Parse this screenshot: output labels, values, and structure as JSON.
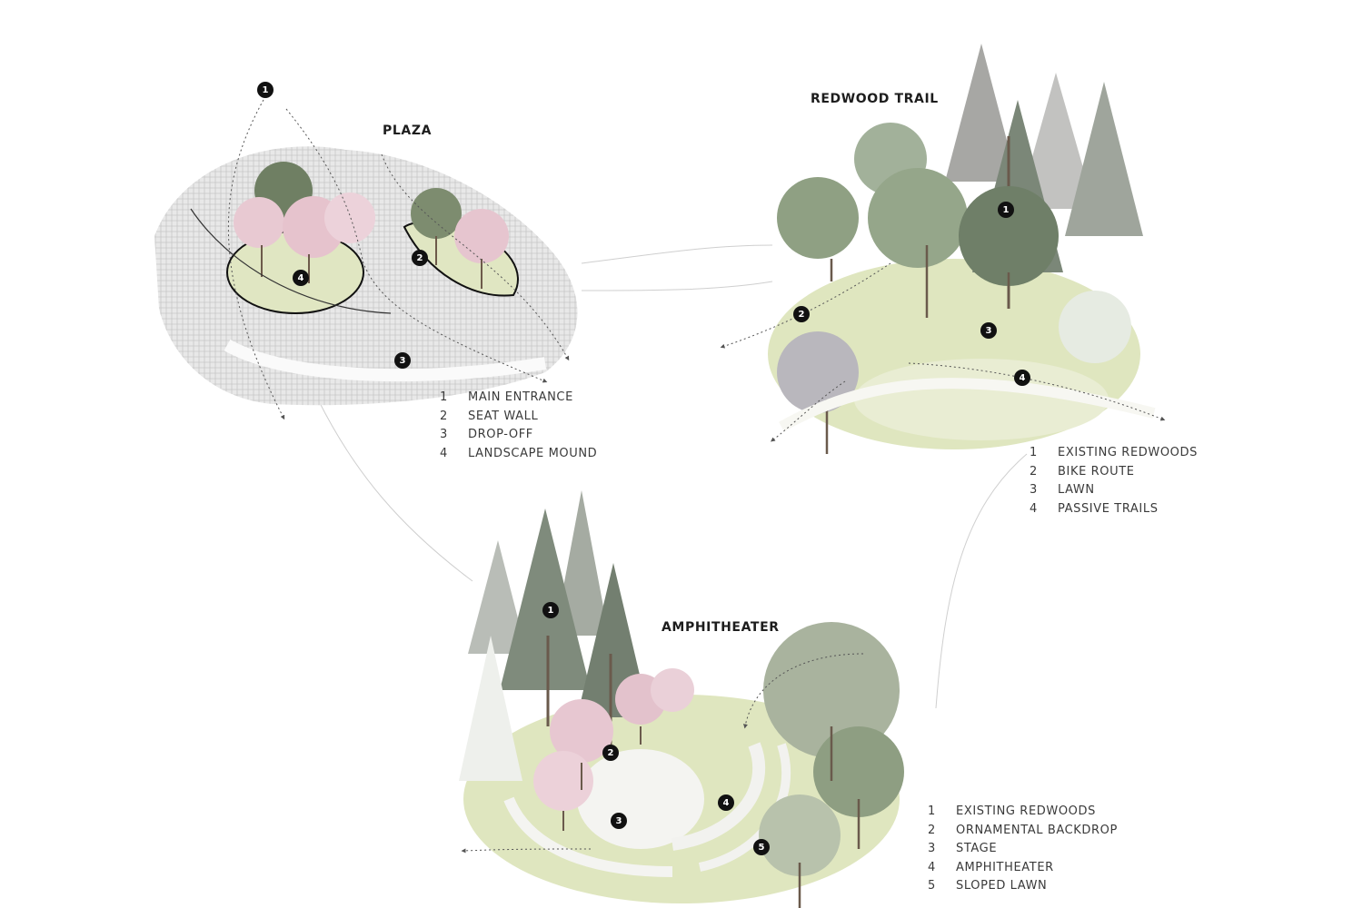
{
  "plaza": {
    "title": "PLAZA",
    "legend": [
      {
        "num": "1",
        "label": "MAIN ENTRANCE"
      },
      {
        "num": "2",
        "label": "SEAT WALL"
      },
      {
        "num": "3",
        "label": "DROP-OFF"
      },
      {
        "num": "4",
        "label": "LANDSCAPE MOUND"
      }
    ]
  },
  "redwood_trail": {
    "title": "REDWOOD TRAIL",
    "legend": [
      {
        "num": "1",
        "label": "EXISTING REDWOODS"
      },
      {
        "num": "2",
        "label": "BIKE ROUTE"
      },
      {
        "num": "3",
        "label": "LAWN"
      },
      {
        "num": "4",
        "label": "PASSIVE TRAILS"
      }
    ]
  },
  "amphitheater": {
    "title": "AMPHITHEATER",
    "legend": [
      {
        "num": "1",
        "label": "EXISTING REDWOODS"
      },
      {
        "num": "2",
        "label": "ORNAMENTAL BACKDROP"
      },
      {
        "num": "3",
        "label": "STAGE"
      },
      {
        "num": "4",
        "label": "AMPHITHEATER"
      },
      {
        "num": "5",
        "label": "SLOPED LAWN"
      }
    ]
  },
  "markers": {
    "plaza": [
      "1",
      "2",
      "3",
      "4"
    ],
    "redwood_trail": [
      "1",
      "2",
      "3",
      "4"
    ],
    "amphitheater": [
      "1",
      "2",
      "3",
      "4",
      "5"
    ]
  },
  "colors": {
    "lawn": "#dfe5bf",
    "paving": "#cfcfcf",
    "blossom": "#e8c9d2",
    "conifer": "#8f9a8c",
    "deciduous": "#a6b49a",
    "marker": "#111111"
  }
}
